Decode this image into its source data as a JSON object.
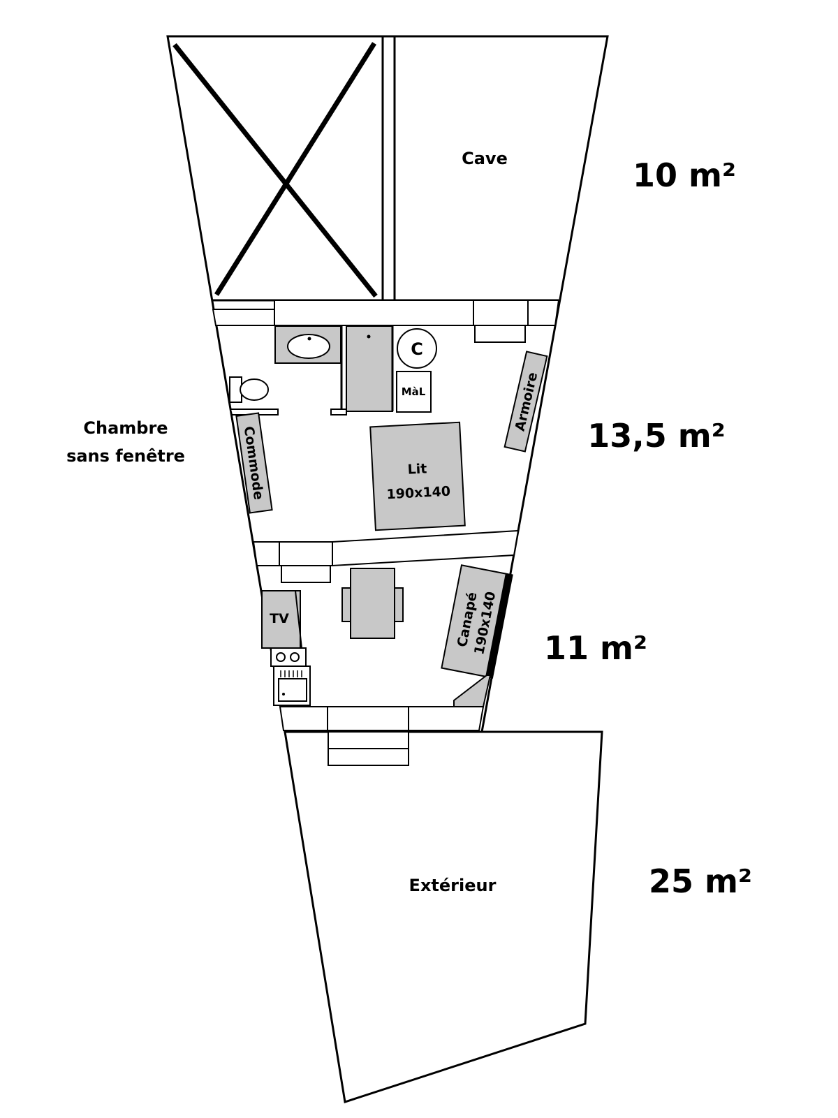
{
  "rooms": {
    "cave": {
      "label": "Cave",
      "area": "10 m²"
    },
    "chambre": {
      "label_line1": "Chambre",
      "label_line2": "sans fenêtre",
      "area": "13,5 m²"
    },
    "sejour": {
      "area": "11 m²"
    },
    "exterieur": {
      "label": "Extérieur",
      "area": "25 m²"
    }
  },
  "furniture": {
    "wc": "C",
    "washing_machine": "MàL",
    "wardrobe": "Armoire",
    "dresser": "Commode",
    "bed_line1": "Lit",
    "bed_line2": "190x140",
    "tv": "TV",
    "sofa_line1": "Canapé",
    "sofa_line2": "190x140"
  }
}
